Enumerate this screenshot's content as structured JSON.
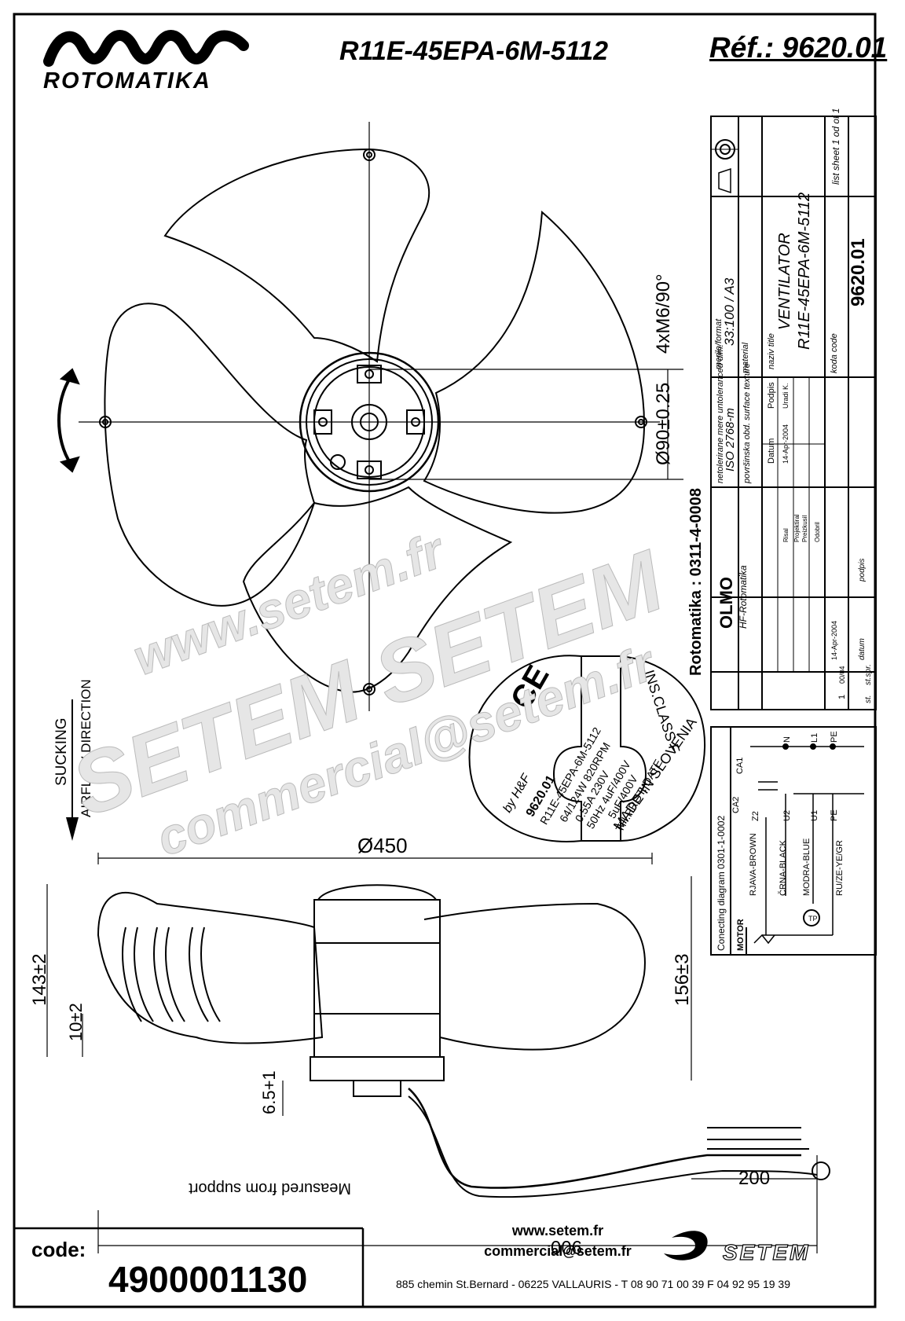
{
  "header": {
    "brand": "ROTOMATIKA",
    "title": "R11E-45EPA-6M-5112",
    "ref": "Réf.: 9620.01"
  },
  "drawing": {
    "dim_holes": "4xM6/90°",
    "dim_bolt_circle": "Ø90±0.25",
    "dim_diameter": "Ø450",
    "dim_height_total": "143±2",
    "dim_height_motor": "156±3",
    "dim_offset": "10±2",
    "dim_flange": "6.5+1",
    "dim_cable_end": "200",
    "dim_cable": "900",
    "measured_note": "Measured from support",
    "airflow_line1": "SUCKING",
    "airflow_line2": "AIRFLOW DIRECTION",
    "rotomatika_code": "Rotomatika : 0311-4-0008"
  },
  "label": {
    "company": "by H&F",
    "ref": "9620.01",
    "model": "R11E-45EPA-6M-5112",
    "spec1": "64/124W   820RPM",
    "spec2": "0.55A  230V",
    "spec3": "50Hz  4uF/400V",
    "spec4": "5uF/400V",
    "spec5": "TH.PROT.  DATE",
    "made": "MADE IN SLOVENIA",
    "insclass": "INS.CLASS F"
  },
  "title_block": {
    "sheet_label": "list sheet 1 od of 1",
    "format": "33:100 / A3",
    "format_label": "merilo/format",
    "material_label": "material",
    "iso": "ISO 2768-m",
    "tolerance_label": "netolerirane mere untoleranced dim.",
    "surface_label": "površinska obd. surface texture",
    "name_label": "naziv title",
    "name1": "VENTILATOR",
    "name2": "R11E-45EPA-6M-5112",
    "code_label": "koda code",
    "code": "9620.01",
    "olmo": "OLMO",
    "olmo_sub": "HF-Rotomatika",
    "date": "14-Apr-2004",
    "date_label": "datum",
    "sign_label": "podpis",
    "change_no": "1",
    "change_date": "00/04",
    "col_st": "st.",
    "col_spr": "st.spr.",
    "datum_hdr": "Datum",
    "podpis_hdr": "Podpis",
    "urad_hdr": "Uradi K.",
    "rows": [
      "Risal",
      "Projektiral",
      "Preizkusil",
      "Odobril"
    ]
  },
  "wiring": {
    "title": "Conecting diagram 0301-1-0002",
    "motor": "MOTOR",
    "wire1": "RJAVA-BROWN",
    "wire2": "ČRNA-BLACK",
    "wire3": "MODRA-BLUE",
    "wire4": "RU/ZE-YE/GR",
    "tp": "TP",
    "ca": "CA2",
    "ca1": "CA1",
    "z2": "Z2",
    "u2": "U2",
    "u1": "U1",
    "pe": "PE",
    "term_n": "N",
    "term_l1": "L1",
    "term_pe": "PE"
  },
  "watermark": {
    "line1": "www.setem.fr",
    "line2": "SETEM  SETEM",
    "line3": "commercial@setem.fr"
  },
  "footer": {
    "code_label": "code:",
    "code_value": "4900001130",
    "web": "www.setem.fr",
    "email": "commercial@setem.fr",
    "address": "885 chemin St.Bernard  -  06225 VALLAURIS  -  T 08 90 71 00 39   F 04 92 95 19 39",
    "brand": "SETEM"
  }
}
